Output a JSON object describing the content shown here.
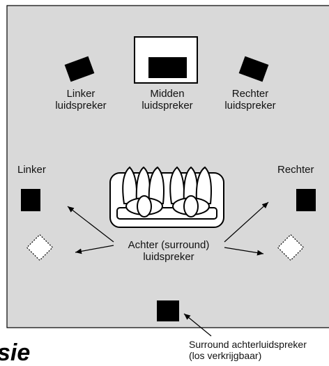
{
  "labels": {
    "left_front_1": "Linker",
    "left_front_2": "luidspreker",
    "center_1": "Midden",
    "center_2": "luidspreker",
    "right_front_1": "Rechter",
    "right_front_2": "luidspreker",
    "left_side": "Linker",
    "right_side": "Rechter",
    "surround_1": "Achter (surround)",
    "surround_2": "luidspreker",
    "back_1": "Surround achterluidspreker",
    "back_2": "(los verkrijgbaar)"
  },
  "heading": "sie",
  "colors": {
    "room_fill": "#d9d9d9",
    "outline": "#000000",
    "speaker": "#000000",
    "optional_speaker": "#ffffff"
  }
}
